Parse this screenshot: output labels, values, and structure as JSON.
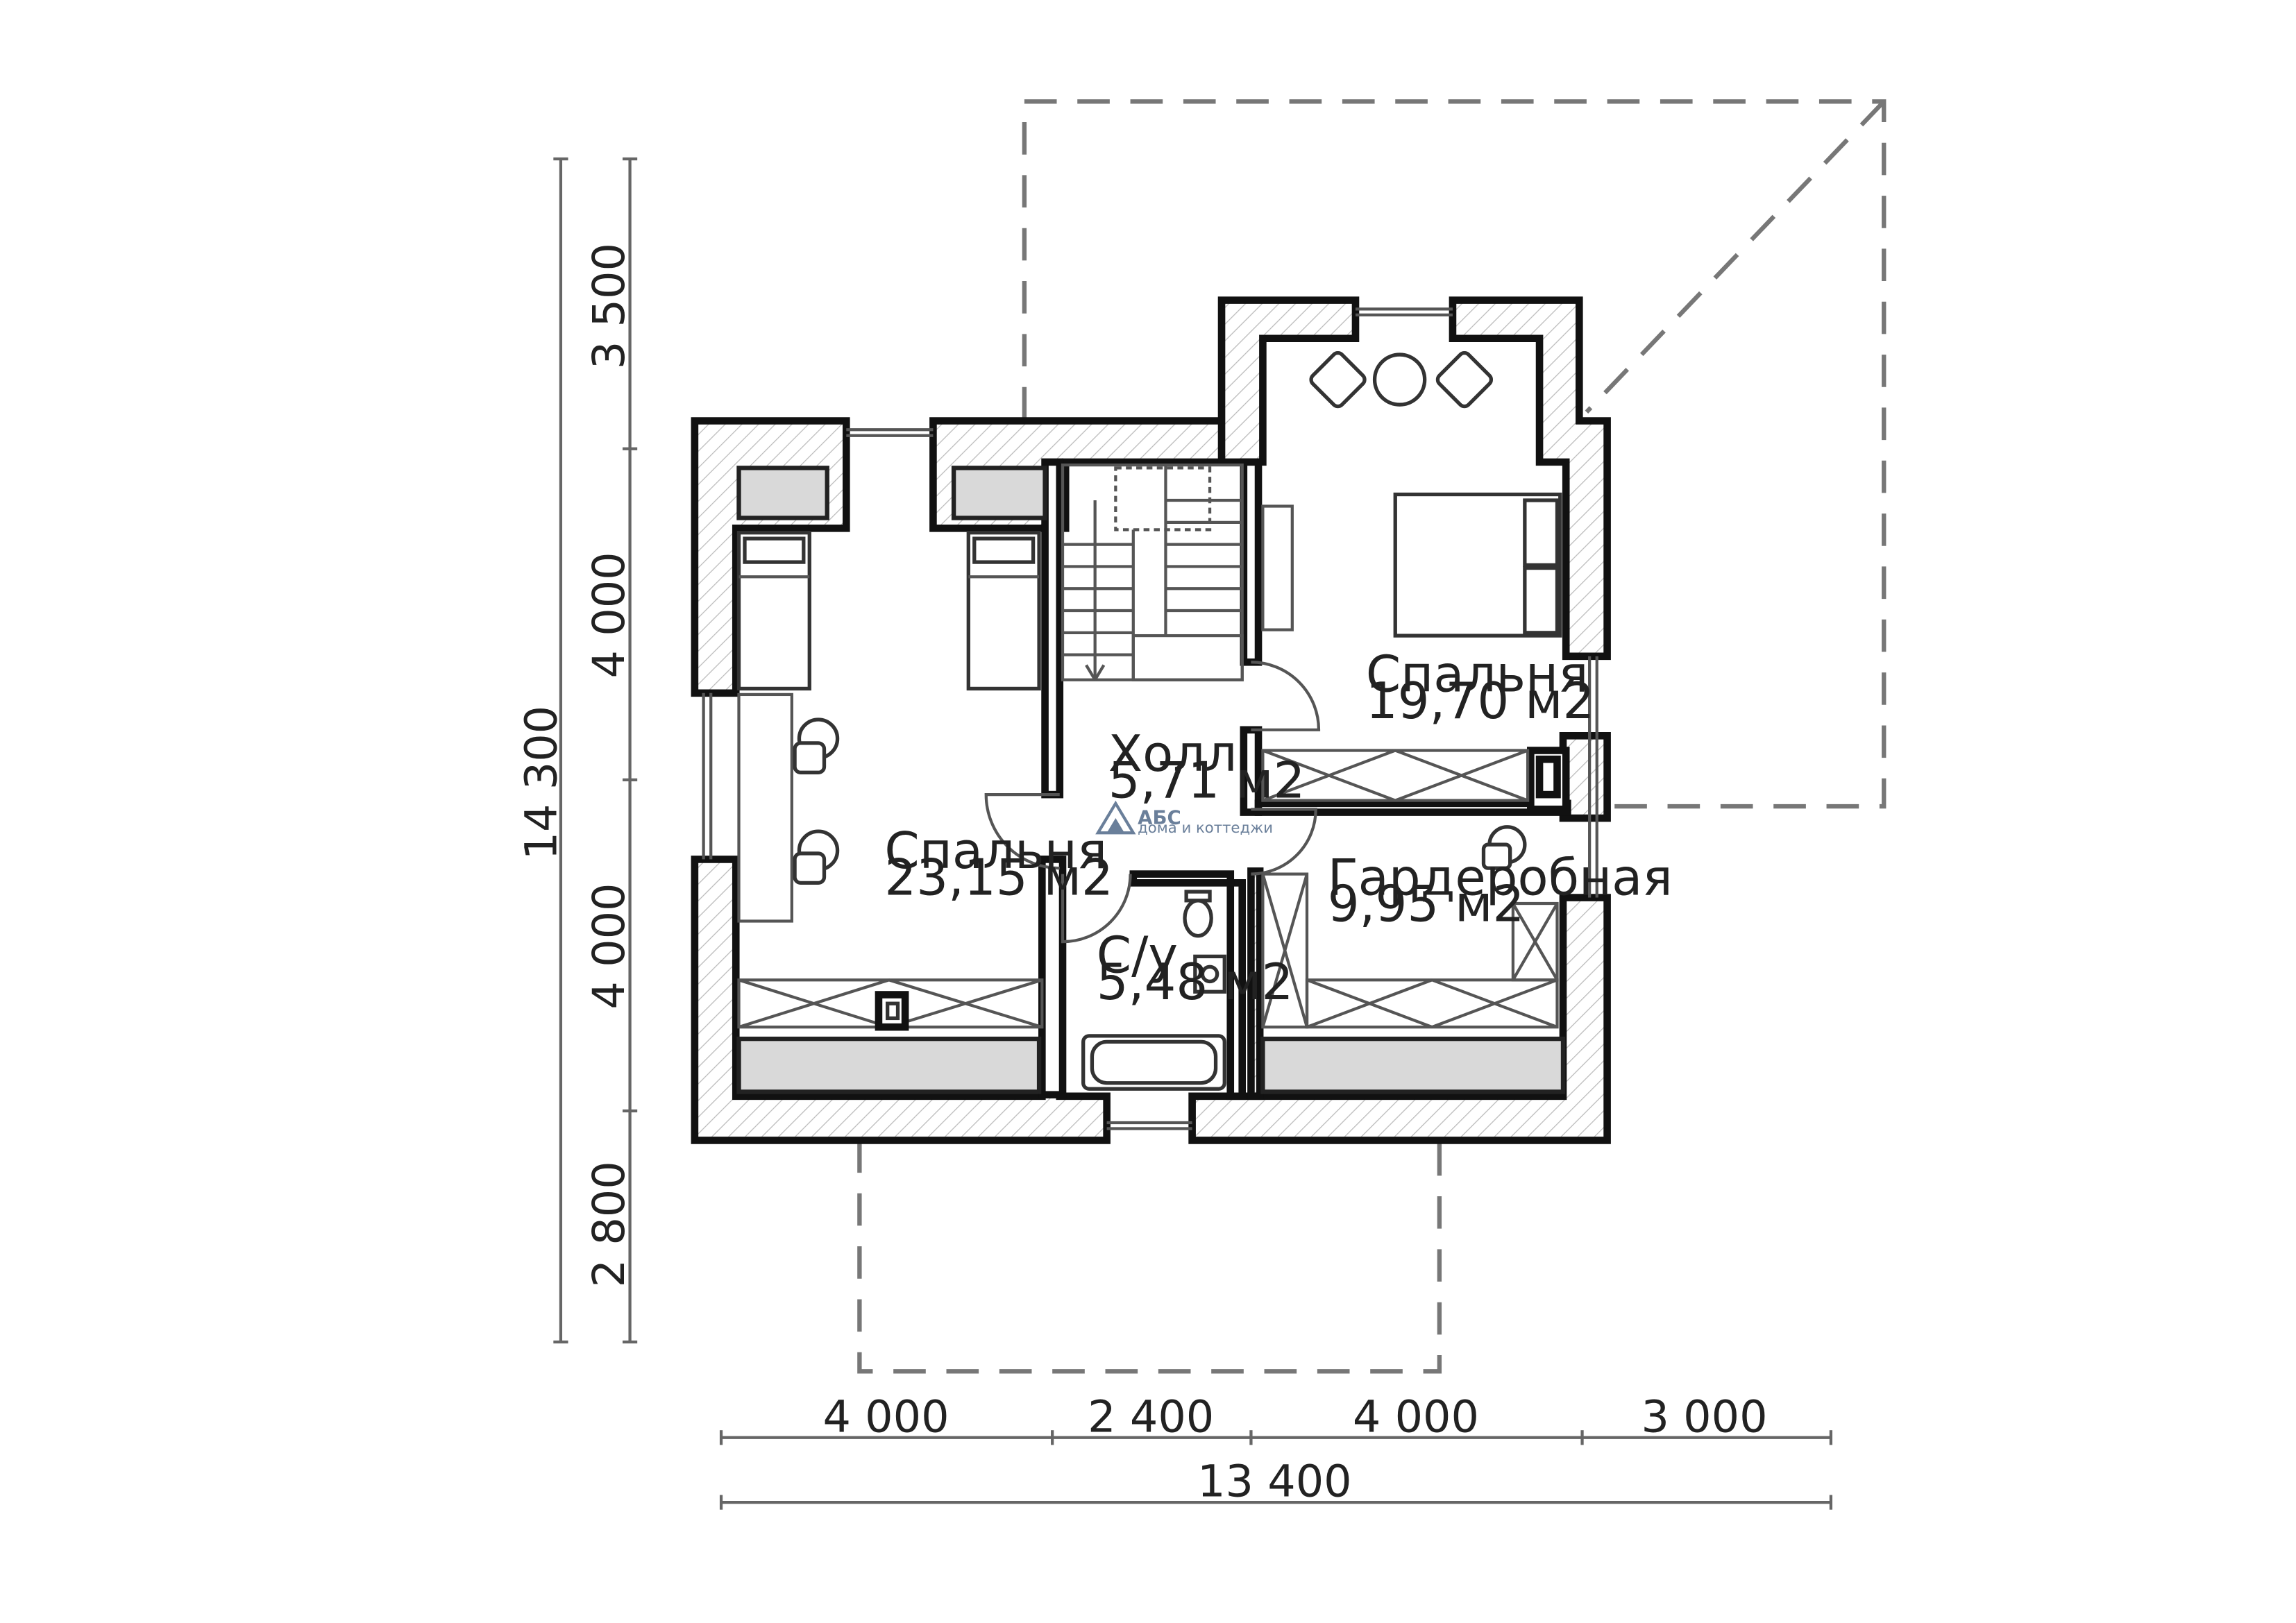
{
  "rooms": {
    "bedroom_left": {
      "name": "Спальня",
      "area": "23,15 м2"
    },
    "bedroom_right": {
      "name": "Спальня",
      "area": "19,70 м2"
    },
    "hall": {
      "name": "Холл",
      "area": "5,71 м2"
    },
    "wardrobe": {
      "name": "Гардеробная",
      "area": "9,95 м2"
    },
    "bathroom": {
      "name": "С/у",
      "area": "5,48 м2"
    }
  },
  "dimensions": {
    "vertical_total": "14 300",
    "vertical": [
      "3 500",
      "4 000",
      "4 000",
      "2 800"
    ],
    "horizontal": [
      "4 000",
      "2 400",
      "4 000",
      "3 000"
    ],
    "horizontal_total": "13 400"
  },
  "logo": {
    "text": "АБС",
    "subtitle": "дома и коттеджи",
    "color": "#6a7f9a"
  }
}
